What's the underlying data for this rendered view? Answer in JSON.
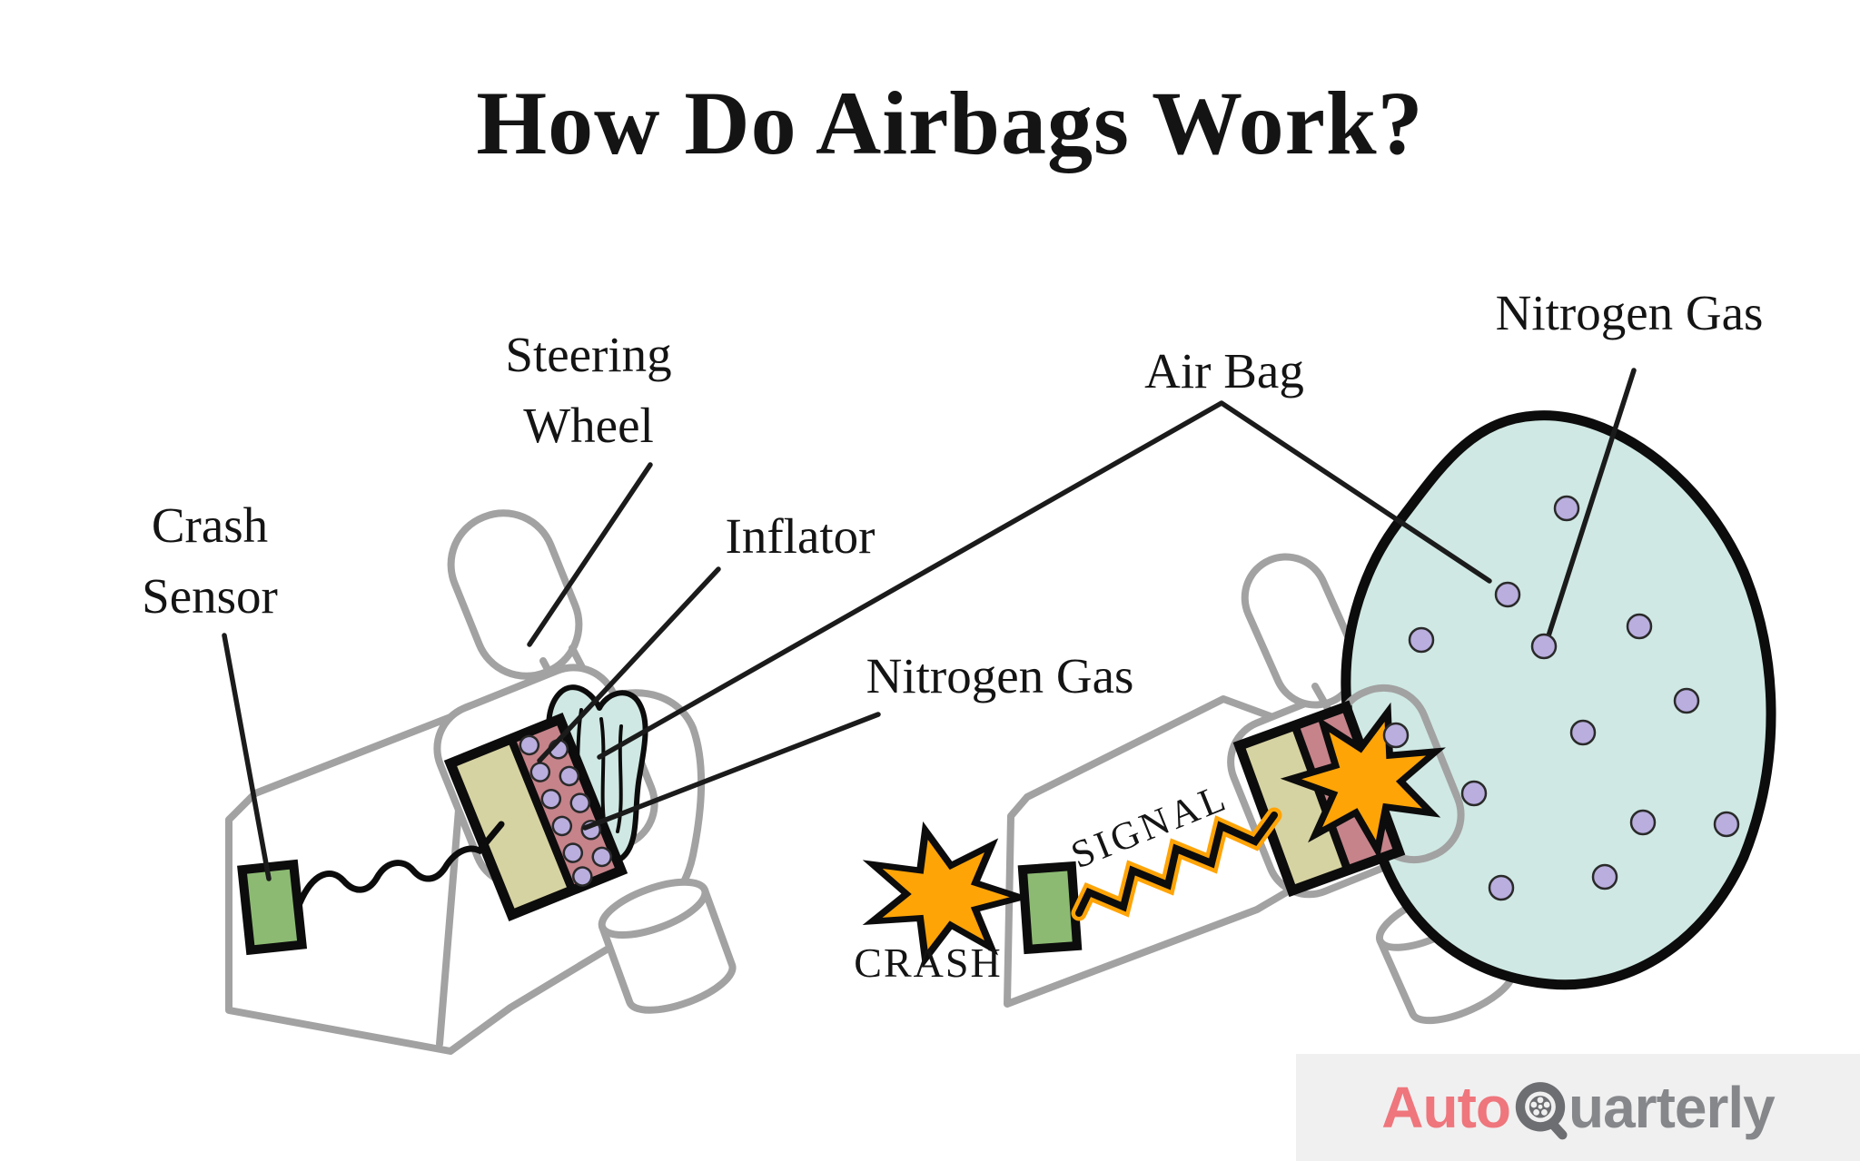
{
  "title": "How Do Airbags Work?",
  "diagram_left": {
    "steering_wheel_label": {
      "line1": "Steering",
      "line2": "Wheel"
    },
    "crash_sensor_label": {
      "line1": "Crash",
      "line2": "Sensor"
    },
    "inflator_label": "Inflator",
    "nitrogen_gas_label": "Nitrogen Gas"
  },
  "diagram_right": {
    "air_bag_label": "Air Bag",
    "nitrogen_gas_label": "Nitrogen Gas",
    "crash_label": "CRASH",
    "signal_label": "SIGNAL"
  },
  "logo": {
    "part1": "Auto",
    "part2": "uarterly",
    "wheel_icon": "tire-wheel"
  },
  "colors": {
    "airbag_fill": "#cfe8e3",
    "molecule_fill": "#b9aede",
    "molecule_stroke": "#2a2a2a",
    "inflator_khaki": "#d6d3a2",
    "inflator_pink": "#c6838a",
    "sensor_green": "#8cba72",
    "star_orange": "#ffa407",
    "outline_gray": "#a2a2a2",
    "line_black": "#1b1b1b",
    "text_black": "#141414",
    "logo_bg": "#f0f0f1",
    "logo_auto": "#ee767c",
    "logo_gray": "#85878a",
    "wheel_dark": "#6d6e71"
  }
}
